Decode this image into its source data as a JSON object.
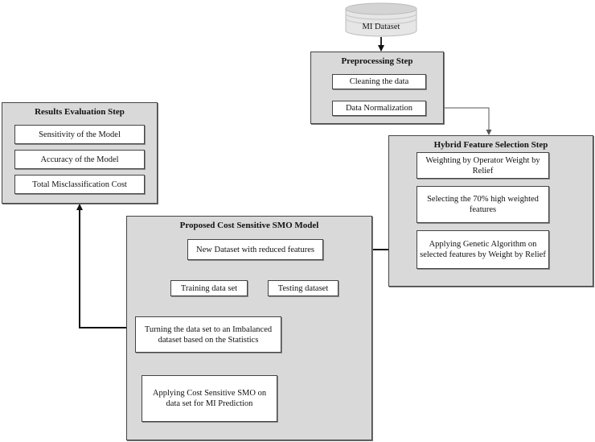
{
  "dataset": {
    "label": "MI Dataset",
    "icon": "database-icon"
  },
  "preprocessing": {
    "title": "Preprocessing Step",
    "steps": [
      "Cleaning the data",
      "Data Normalization"
    ]
  },
  "results": {
    "title": "Results Evaluation Step",
    "items": [
      "Sensitivity of the Model",
      "Accuracy of the Model",
      "Total Misclassification Cost"
    ]
  },
  "feature_selection": {
    "title": "Hybrid Feature Selection Step",
    "steps": [
      "Weighting by Operator Weight by Relief",
      "Selecting the 70% high weighted features",
      "Applying Genetic Algorithm on selected features by Weight by Relief"
    ]
  },
  "model": {
    "title": "Proposed Cost Sensitive SMO Model",
    "new_dataset": "New Dataset with reduced features",
    "training": "Training data set",
    "testing": "Testing dataset",
    "imbalance": "Turning the data set to an Imbalanced dataset based on the Statistics",
    "apply": "Applying Cost Sensitive SMO on data set for MI Prediction"
  },
  "colors": {
    "panel_fill": "#d9d9d9",
    "box_fill": "#ffffff",
    "line": "#111111",
    "thin_line": "#666666"
  }
}
